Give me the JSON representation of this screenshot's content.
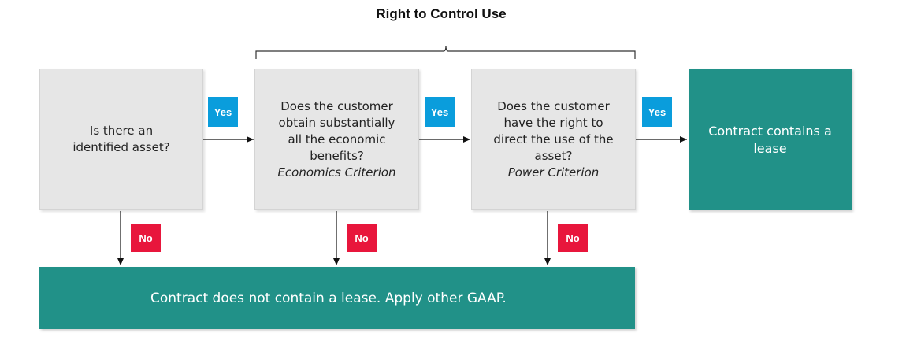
{
  "title": "Right to Control Use",
  "nodes": {
    "q1": {
      "lines": [
        "Is there an",
        "identified asset?"
      ]
    },
    "q2": {
      "lines": [
        "Does the customer",
        "obtain substantially",
        "all the economic",
        "benefits?"
      ],
      "criterion": "Economics Criterion"
    },
    "q3": {
      "lines": [
        "Does the customer",
        "have the right to",
        "direct the use of the",
        "asset?"
      ],
      "criterion": "Power Criterion"
    },
    "lease": {
      "lines": [
        "Contract contains a",
        "lease"
      ]
    },
    "no_lease": {
      "text": "Contract does not contain a lease. Apply other GAAP."
    }
  },
  "labels": {
    "yes": "Yes",
    "no": "No"
  },
  "colors": {
    "grey_box": "#e6e6e6",
    "teal_box": "#219188",
    "yes_badge": "#0a9ddc",
    "no_badge": "#e8163c"
  }
}
